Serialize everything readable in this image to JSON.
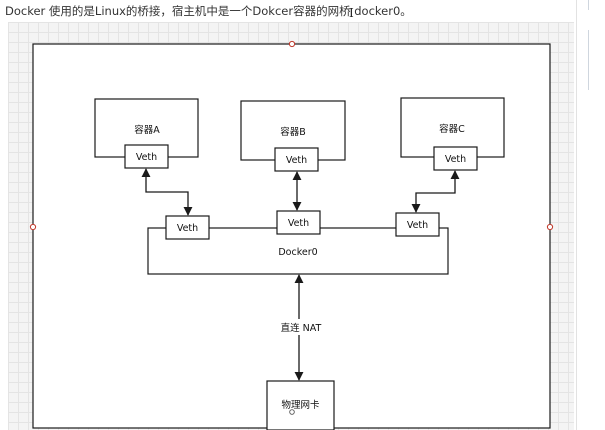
{
  "caption": "Docker 使用的是Linux的桥接，宿主机中是一个Dokcer容器的网桥 docker0。",
  "diagram": {
    "containers": [
      {
        "label": "容器A",
        "veth": "Veth"
      },
      {
        "label": "容器B",
        "veth": "Veth"
      },
      {
        "label": "容器C",
        "veth": "Veth"
      }
    ],
    "bridge": {
      "label": "Docker0",
      "veths": [
        "Veth",
        "Veth",
        "Veth"
      ]
    },
    "link_label": "直连 NAT",
    "nic_label": "物理网卡"
  },
  "colors": {
    "stroke": "#1a1a1a",
    "grid_bg": "#f4f4f4",
    "grid_line": "#e4e4e4",
    "handle": "#c0392b"
  }
}
